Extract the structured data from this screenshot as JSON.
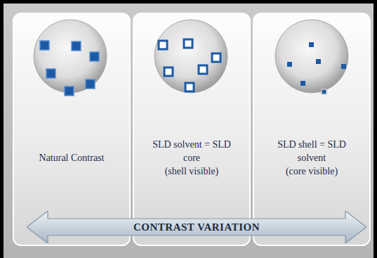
{
  "diagram": {
    "nodes": [
      {
        "text": [
          "Natural Contrast"
        ]
      },
      {
        "text": [
          "SLD solvent = SLD core",
          "(shell visible)"
        ]
      },
      {
        "text": [
          "SLD shell = SLD solvent",
          "(core visible)"
        ]
      },
      {
        "text": [
          "CONTRAST VARIATION"
        ]
      }
    ]
  }
}
